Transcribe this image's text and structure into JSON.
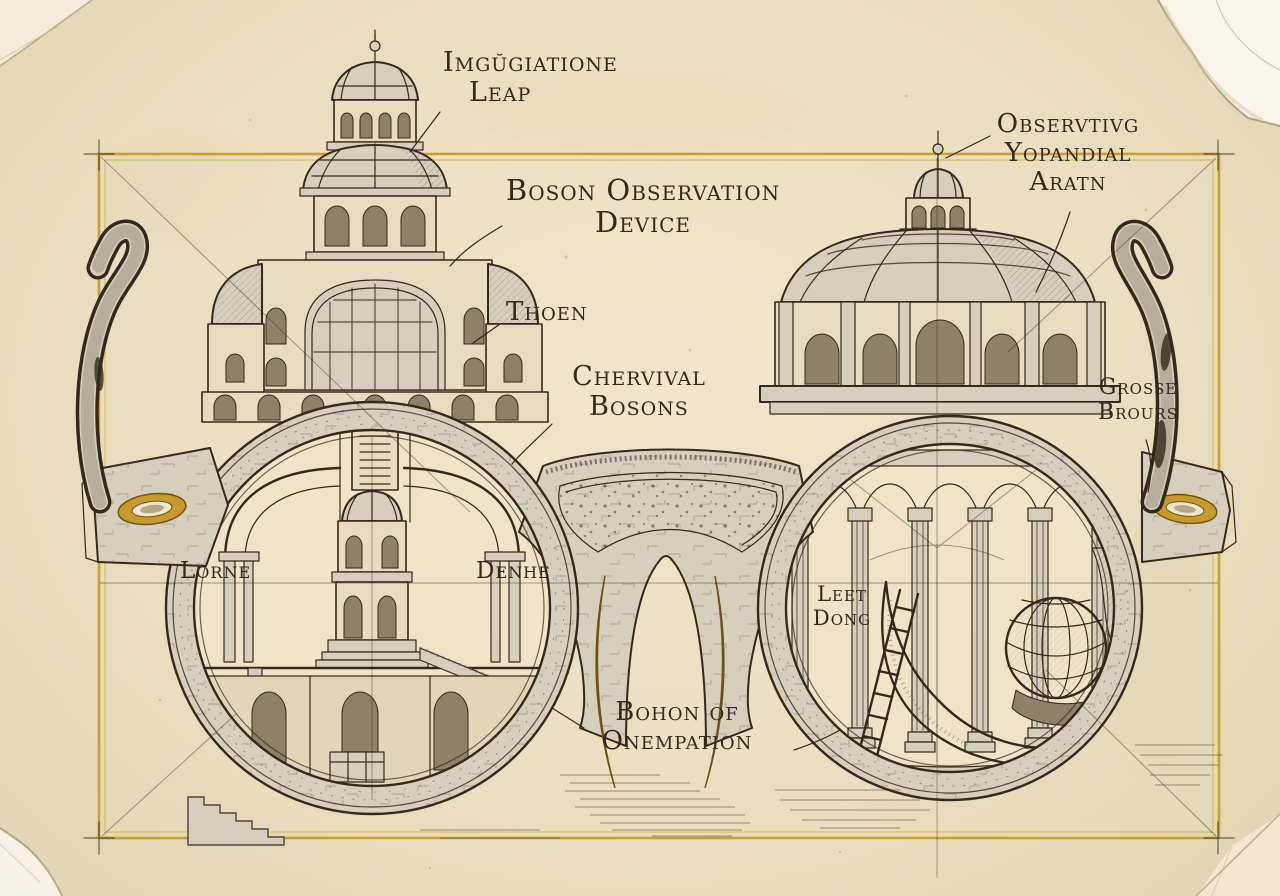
{
  "labels": {
    "imgugiatione_line1": "Imgŭgiatione",
    "imgugiatione_line2": "Leap",
    "device_line1": "Boson Observation",
    "device_line2": "Device",
    "observtivg_line1": "Observtivg",
    "observtivg_line2": "Yopandial",
    "observtivg_line3": "Aratn",
    "thoen": "Thoen",
    "chervival_line1": "Chervival",
    "chervival_line2": "Bosons",
    "grosse_line1": "Grosse",
    "grosse_line2": "Brours",
    "lorne": "Lorne",
    "denhe": "Denhe",
    "leet_line1": "Leet",
    "leet_line2": "Dong",
    "bohon_line1": "Bohon of",
    "bohon_line2": "Onempation"
  },
  "colors": {
    "paper": "#ebdfc2",
    "paper2": "#efe4c8",
    "ink": "#33291c",
    "gold": "#c8992b",
    "frame_gold": "#c9a02c",
    "stone": "#d7cfbe",
    "stone_dark": "#8d8168",
    "tear": "#f9f5ea"
  }
}
